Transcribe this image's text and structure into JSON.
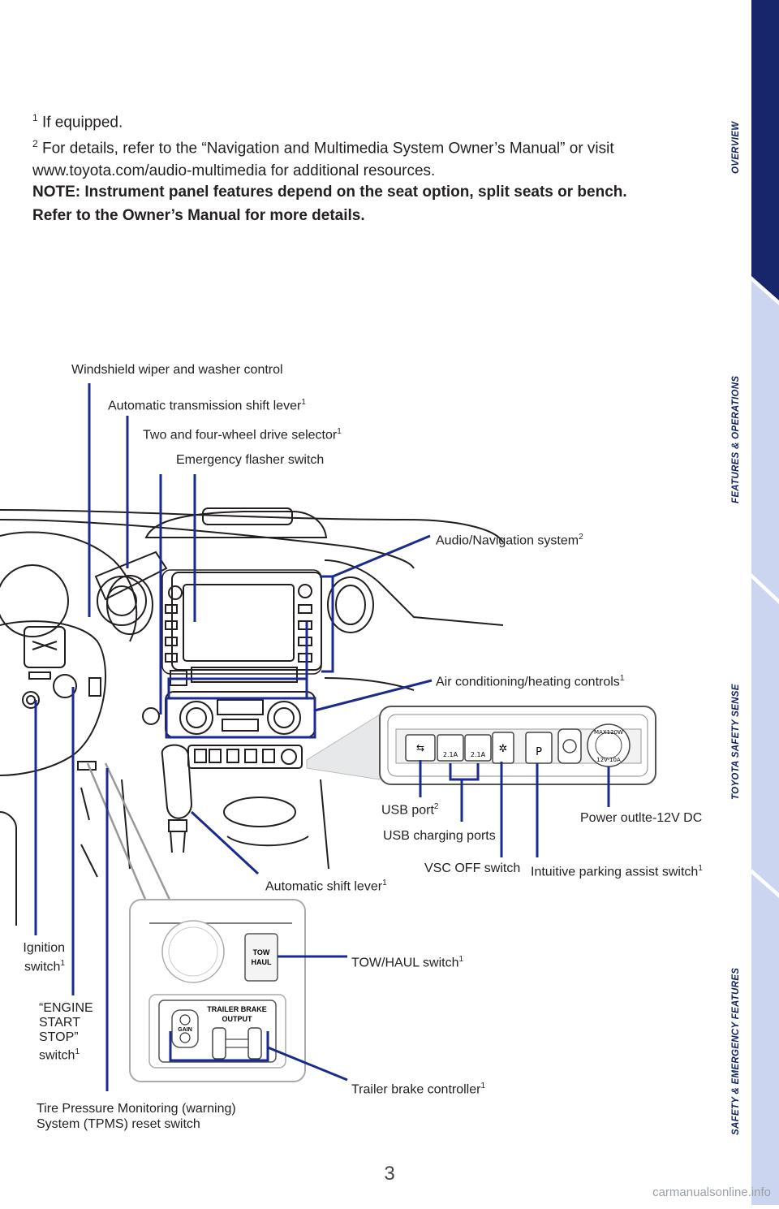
{
  "sidebar": {
    "tabs": [
      {
        "label": "OVERVIEW"
      },
      {
        "label": "FEATURES & OPERATIONS"
      },
      {
        "label": "TOYOTA SAFETY SENSE"
      },
      {
        "label": "SAFETY & EMERGENCY FEATURES"
      }
    ],
    "active_color": "#17266b",
    "inactive_color": "#ccd5ef"
  },
  "footnotes": {
    "note1_num": "1",
    "note1_text": " If equipped.",
    "note2_num": "2",
    "note2_text": " For details, refer to the “Navigation and Multimedia System Owner’s Manual” or visit www.toyota.com/audio-multimedia for additional resources."
  },
  "note": {
    "line1": "NOTE: Instrument panel features depend on the seat option, split seats or bench.",
    "line2": "Refer to the Owner’s Manual for more details."
  },
  "callouts": {
    "wiper": "Windshield wiper and washer control",
    "trans_lever": "Automatic transmission shift lever",
    "drive_selector": "Two and four-wheel drive selector",
    "flasher": "Emergency flasher switch",
    "audio": "Audio/Navigation system",
    "ac": "Air conditioning/heating controls",
    "usb_port": "USB port",
    "power_outlet": "Power outlte-12V DC",
    "usb_charging": "USB charging ports",
    "vsc": "VSC OFF switch",
    "parking": "Intuitive parking assist switch",
    "shift_lever": "Automatic shift lever",
    "ignition_1": "Ignition",
    "ignition_2": "switch",
    "tow_haul": "TOW/HAUL switch",
    "engine_1": "“ENGINE",
    "engine_2": "START",
    "engine_3": "STOP”",
    "engine_4": "switch",
    "trailer": "Trailer brake controller",
    "tpms_1": "Tire Pressure Monitoring (warning)",
    "tpms_2": "System (TPMS) reset switch",
    "sup1": "1",
    "sup2": "2"
  },
  "panel_labels": {
    "usb_a": "2.1A",
    "usb_b": "2.1A",
    "tow": "TOW",
    "haul": "HAUL",
    "trailer_brake": "TRAILER BRAKE",
    "output": "OUTPUT",
    "gain": "GAIN",
    "outlet_top": "MAX120W",
    "outlet_bottom": "12V-10A"
  },
  "page_number": "3",
  "watermark": "carmanualsonline.info",
  "colors": {
    "callout_line": "#1b2a8c",
    "drawing": "#231f20"
  }
}
